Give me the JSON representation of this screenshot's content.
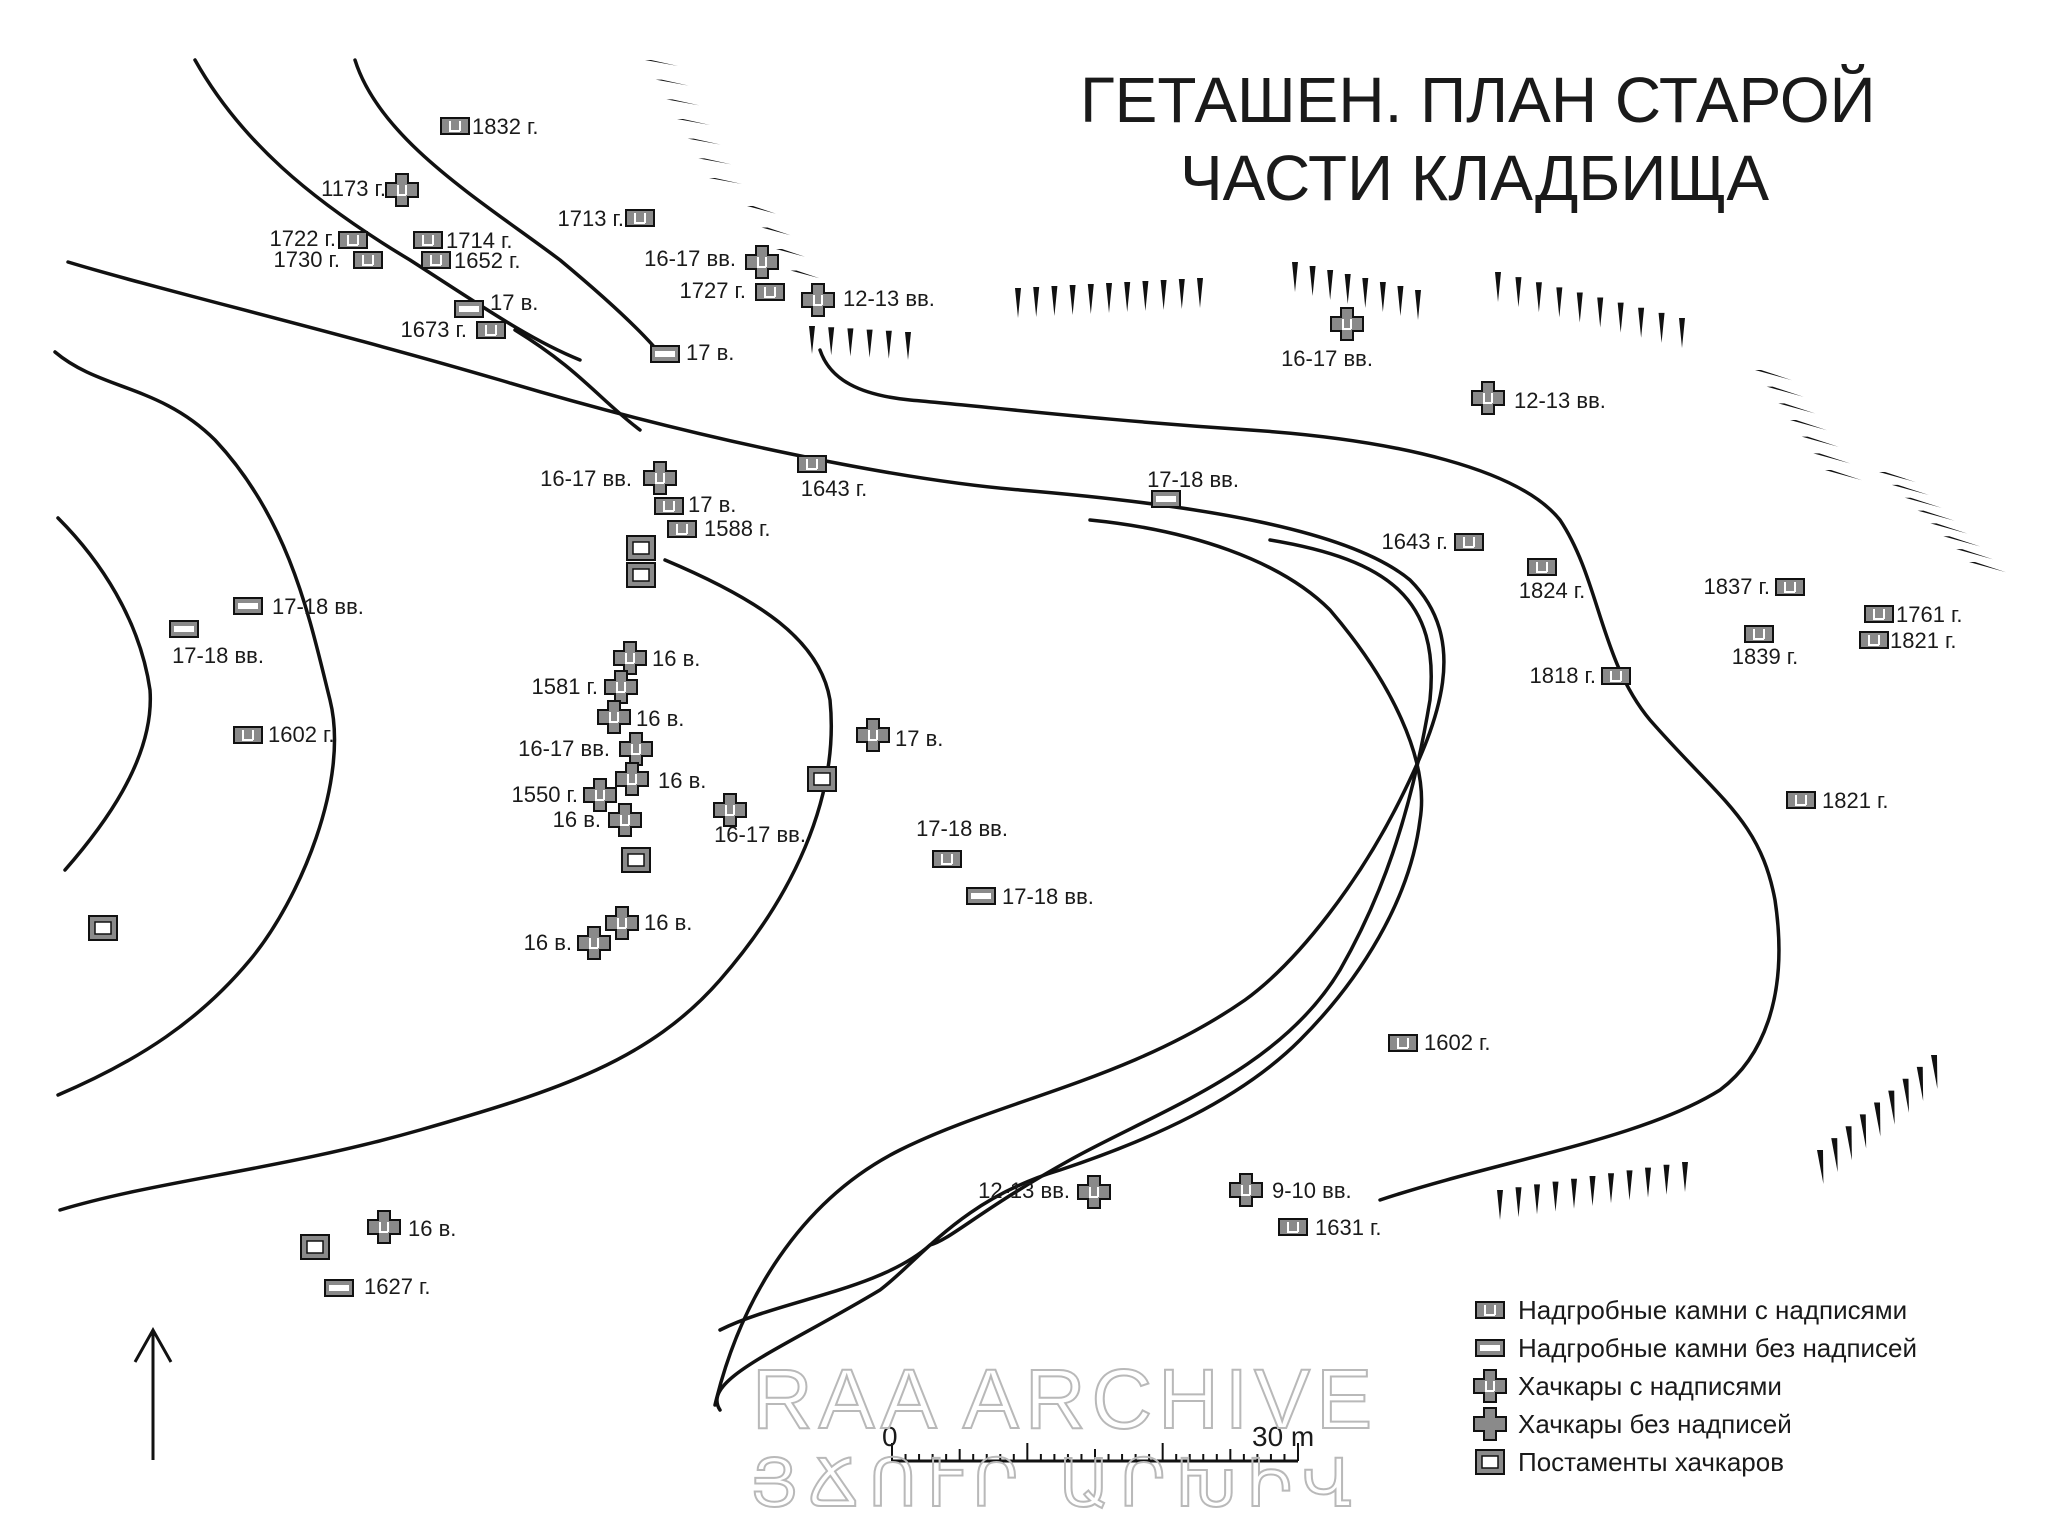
{
  "title": {
    "line1": "ГЕТАШЕН. ПЛАН СТАРОЙ",
    "line2": "ЧАСТИ КЛАДБИЩА"
  },
  "markers": [
    {
      "type": "inscribed_stone",
      "label": "1832 г."
    },
    {
      "type": "khachkar_inscribed",
      "label": "1173 г."
    },
    {
      "type": "inscribed_stone",
      "label": "1713 г."
    },
    {
      "type": "inscribed_stone",
      "label": "1722 г."
    },
    {
      "type": "inscribed_stone",
      "label": "1714 г."
    },
    {
      "type": "inscribed_stone",
      "label": "1730 г."
    },
    {
      "type": "inscribed_stone",
      "label": "1652 г."
    },
    {
      "type": "khachkar_inscribed",
      "label": "16-17 вв."
    },
    {
      "type": "inscribed_stone",
      "label": "1727 г."
    },
    {
      "type": "khachkar_inscribed",
      "label": "12-13 вв."
    },
    {
      "type": "plain_stone",
      "label": "17 в."
    },
    {
      "type": "inscribed_stone",
      "label": "1673 г."
    },
    {
      "type": "plain_stone",
      "label": "17 в."
    },
    {
      "type": "khachkar_inscribed",
      "label": "16-17 вв."
    },
    {
      "type": "khachkar_inscribed",
      "label": "12-13 вв."
    },
    {
      "type": "inscribed_stone",
      "label": "1643 г."
    },
    {
      "type": "khachkar_inscribed",
      "label": "16-17 вв."
    },
    {
      "type": "inscribed_stone",
      "label": "17 в."
    },
    {
      "type": "inscribed_stone",
      "label": "1588 г."
    },
    {
      "type": "plain_stone",
      "label": "17-18 вв."
    },
    {
      "type": "inscribed_stone",
      "label": "1643 г."
    },
    {
      "type": "inscribed_stone",
      "label": "1824 г."
    },
    {
      "type": "inscribed_stone",
      "label": "1837 г."
    },
    {
      "type": "inscribed_stone",
      "label": "1761 г."
    },
    {
      "type": "inscribed_stone",
      "label": "1839 г."
    },
    {
      "type": "inscribed_stone",
      "label": "1821 г."
    },
    {
      "type": "inscribed_stone",
      "label": "1818 г."
    },
    {
      "type": "plain_stone",
      "label": "17-18 вв."
    },
    {
      "type": "plain_stone",
      "label": "17-18 вв."
    },
    {
      "type": "inscribed_stone",
      "label": "1602 г."
    },
    {
      "type": "khachkar_inscribed",
      "label": "16 в."
    },
    {
      "type": "khachkar_inscribed",
      "label": "1581 г."
    },
    {
      "type": "khachkar_inscribed",
      "label": "16 в."
    },
    {
      "type": "khachkar_inscribed",
      "label": "16-17 вв."
    },
    {
      "type": "khachkar_inscribed",
      "label": "16 в."
    },
    {
      "type": "khachkar_inscribed",
      "label": "1550 г."
    },
    {
      "type": "khachkar_inscribed",
      "label": "16 в."
    },
    {
      "type": "khachkar_inscribed",
      "label": "17 в."
    },
    {
      "type": "khachkar_inscribed",
      "label": "16-17 вв."
    },
    {
      "type": "inscribed_stone",
      "label": "17-18 вв."
    },
    {
      "type": "plain_stone",
      "label": "17-18 вв."
    },
    {
      "type": "khachkar_inscribed",
      "label": "16 в."
    },
    {
      "type": "khachkar_inscribed",
      "label": "16 в."
    },
    {
      "type": "inscribed_stone",
      "label": "1821 г."
    },
    {
      "type": "inscribed_stone",
      "label": "1602 г."
    },
    {
      "type": "khachkar_inscribed",
      "label": "12-13 вв."
    },
    {
      "type": "khachkar_inscribed",
      "label": "9-10 вв."
    },
    {
      "type": "inscribed_stone",
      "label": "1631 г."
    },
    {
      "type": "khachkar_inscribed",
      "label": "16 в."
    },
    {
      "type": "plain_stone",
      "label": "1627 г."
    },
    {
      "type": "pedestal",
      "label": ""
    },
    {
      "type": "pedestal",
      "label": ""
    },
    {
      "type": "pedestal",
      "label": ""
    },
    {
      "type": "pedestal",
      "label": ""
    },
    {
      "type": "pedestal",
      "label": ""
    },
    {
      "type": "pedestal",
      "label": ""
    }
  ],
  "legend": [
    {
      "type": "inscribed_stone",
      "label": "Надгробные камни с надписями"
    },
    {
      "type": "plain_stone",
      "label": "Надгробные камни без надписей"
    },
    {
      "type": "khachkar_inscribed",
      "label": "Хачкары с надписями"
    },
    {
      "type": "khachkar_plain",
      "label": "Хачкары без надписей"
    },
    {
      "type": "pedestal",
      "label": "Постаменты хачкаров"
    }
  ],
  "scale": {
    "start": "0",
    "end": "30 m"
  },
  "watermark": {
    "line1": "RAA ARCHIVE",
    "line2": "ՅՃՈՒՐ ԱՐԽԻՎ"
  },
  "colors": {
    "ink": "#1a1a1a",
    "symbol_fill": "#8a8a8a",
    "watermark": "#b9b9b9"
  },
  "icons": {
    "north_arrow": "arrow-up-icon"
  }
}
